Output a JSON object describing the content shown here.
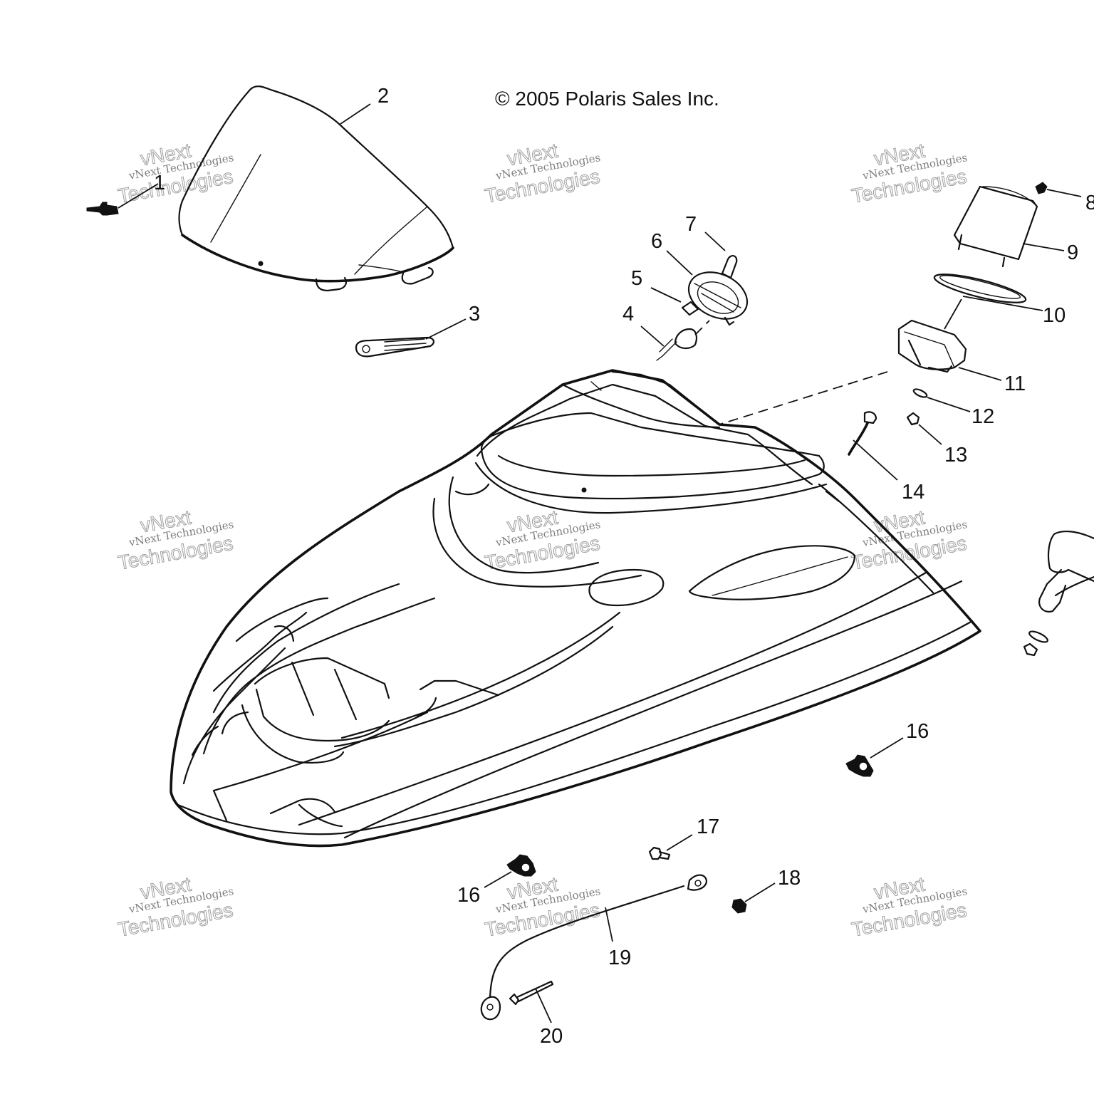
{
  "copyright": "© 2005 Polaris Sales Inc.",
  "callouts": [
    {
      "id": "c1",
      "label": "1"
    },
    {
      "id": "c2",
      "label": "2"
    },
    {
      "id": "c3",
      "label": "3"
    },
    {
      "id": "c4",
      "label": "4"
    },
    {
      "id": "c5",
      "label": "5"
    },
    {
      "id": "c6",
      "label": "6"
    },
    {
      "id": "c7",
      "label": "7"
    },
    {
      "id": "c8",
      "label": "8"
    },
    {
      "id": "c9",
      "label": "9"
    },
    {
      "id": "c10",
      "label": "10"
    },
    {
      "id": "c11",
      "label": "11"
    },
    {
      "id": "c12",
      "label": "12"
    },
    {
      "id": "c13",
      "label": "13"
    },
    {
      "id": "c14",
      "label": "14"
    },
    {
      "id": "c16a",
      "label": "16"
    },
    {
      "id": "c16b",
      "label": "16"
    },
    {
      "id": "c17",
      "label": "17"
    },
    {
      "id": "c18",
      "label": "18"
    },
    {
      "id": "c19",
      "label": "19"
    },
    {
      "id": "c20",
      "label": "20"
    }
  ],
  "watermark": {
    "line_small": "vNext Technologies",
    "line_big_1": "vNext",
    "line_big_2": "Technologies"
  }
}
